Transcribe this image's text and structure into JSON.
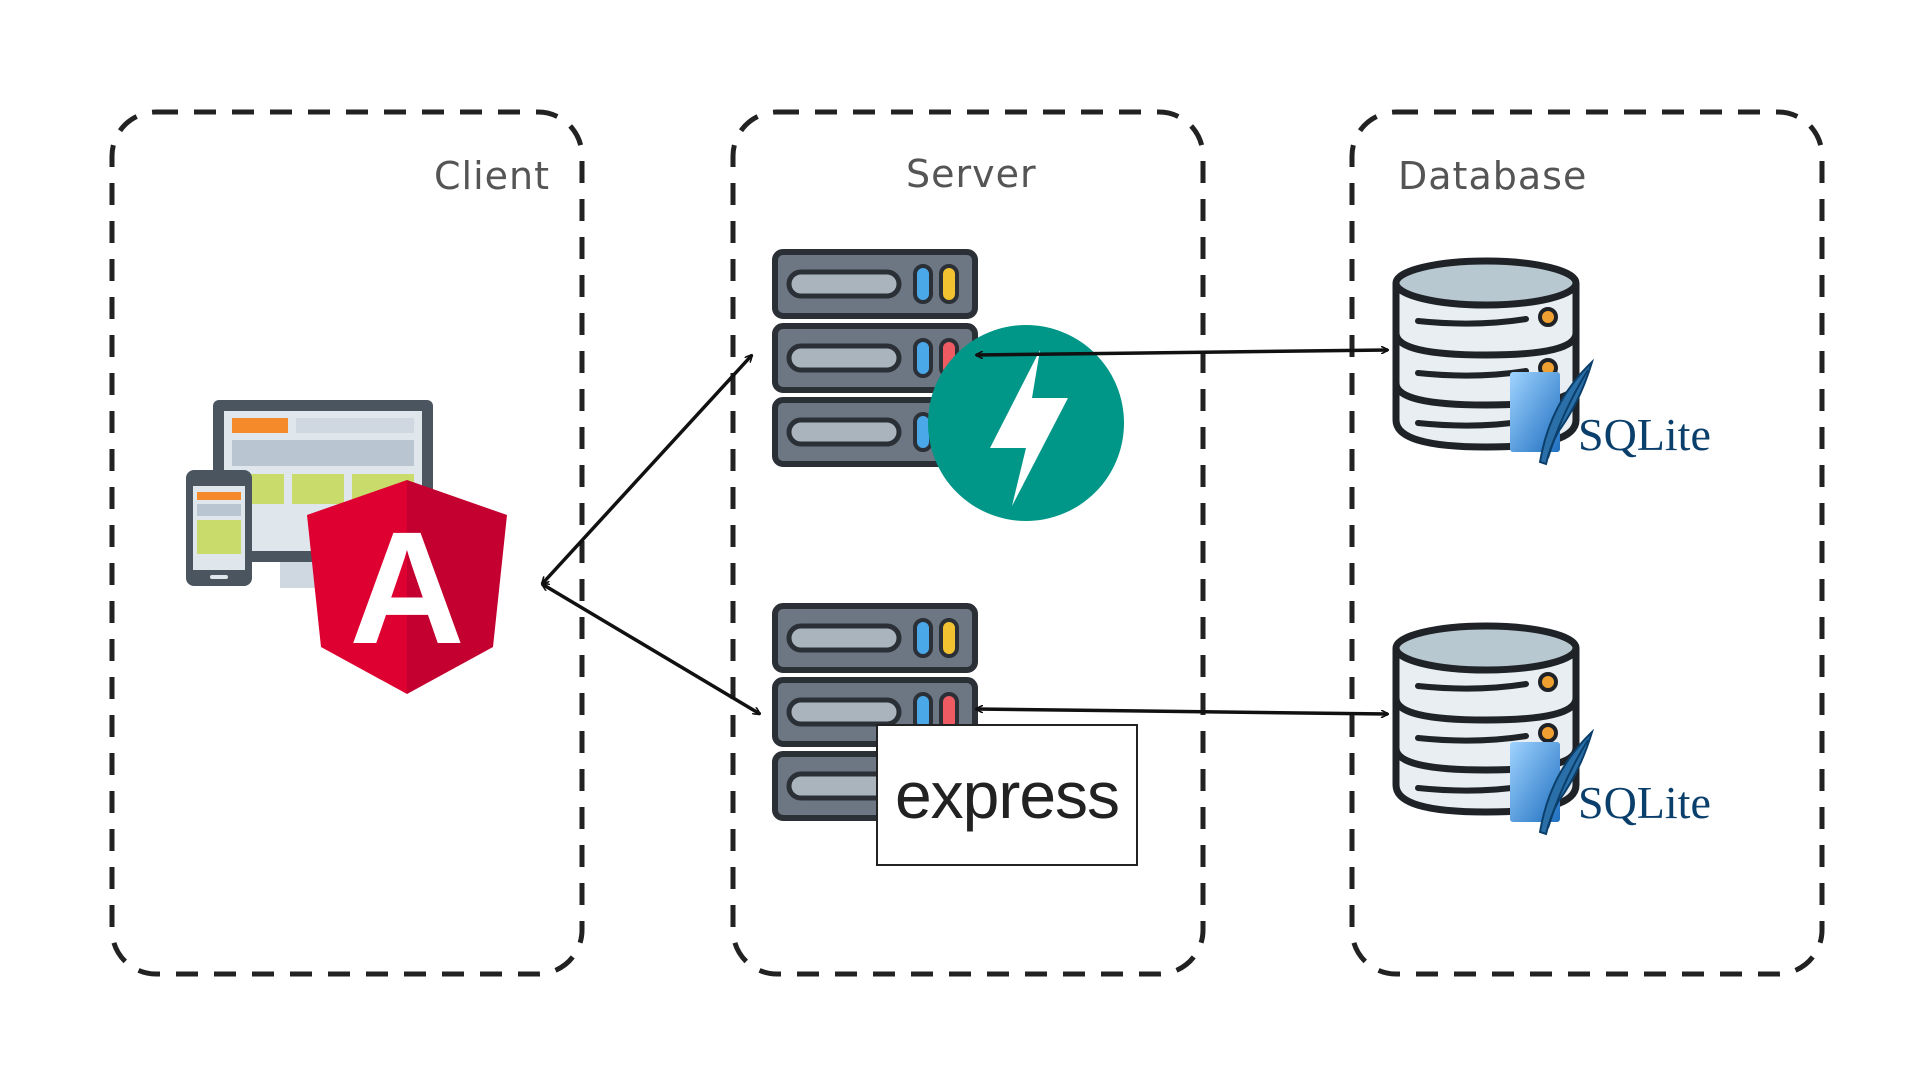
{
  "zones": {
    "client": {
      "label": "Client"
    },
    "server": {
      "label": "Server"
    },
    "database": {
      "label": "Database"
    }
  },
  "client": {
    "framework_logo": "angular-logo",
    "framework_letter": "A",
    "device_icon": "responsive-devices-icon"
  },
  "server": {
    "fastapi": {
      "logo": "fastapi-logo",
      "server_icon": "server-rack-icon"
    },
    "express": {
      "label": "express",
      "server_icon": "server-rack-icon"
    }
  },
  "database": {
    "top": {
      "label": "SQLite",
      "icon": "database-icon"
    },
    "bottom": {
      "label": "SQLite",
      "icon": "database-icon"
    }
  },
  "connections": [
    {
      "from": "client",
      "to": "fastapi-server",
      "bidirectional": true
    },
    {
      "from": "client",
      "to": "express-server",
      "bidirectional": true
    },
    {
      "from": "fastapi-server",
      "to": "top-sqlite-database",
      "bidirectional": true
    },
    {
      "from": "express-server",
      "to": "bottom-sqlite-database",
      "bidirectional": true
    }
  ],
  "colors": {
    "angular_red": "#dd0031",
    "angular_dark_red": "#c3002f",
    "fastapi_teal": "#009688",
    "server_gray": "#6d7783",
    "server_dark": "#2b2f36",
    "db_light": "#e8eef1",
    "sqlite_blue": "#1f6fc0",
    "sqlite_text": "#0b3f6b",
    "dash": "#222222"
  }
}
